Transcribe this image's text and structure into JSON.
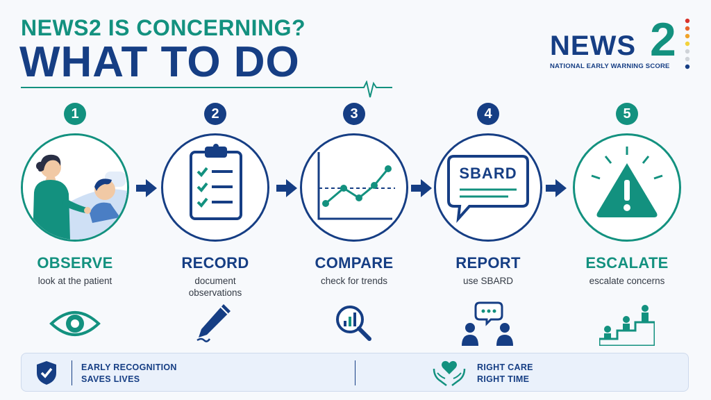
{
  "header": {
    "subtitle": "NEWS2 IS CONCERNING?",
    "title": "WHAT TO DO"
  },
  "logo": {
    "word": "NEWS",
    "number": "2",
    "tagline": "NATIONAL EARLY WARNING SCORE",
    "dot_colors": [
      "#d9322b",
      "#e8632a",
      "#f0a32a",
      "#f3d23b",
      "#cfd3d8",
      "#cfd3d8",
      "#163e84"
    ]
  },
  "steps": [
    {
      "number": "1",
      "title": "OBSERVE",
      "description": "look at the patient",
      "bottom_icon": "eye-icon"
    },
    {
      "number": "2",
      "title": "RECORD",
      "description": "document observations",
      "bottom_icon": "pen-icon"
    },
    {
      "number": "3",
      "title": "COMPARE",
      "description": "check for trends",
      "bottom_icon": "magnifier-chart-icon"
    },
    {
      "number": "4",
      "title": "REPORT",
      "description": "use SBARD",
      "bottom_icon": "team-chat-icon"
    },
    {
      "number": "5",
      "title": "ESCALATE",
      "description": "escalate concerns",
      "bottom_icon": "escalation-stairs-icon"
    }
  ],
  "report_card": {
    "label": "SBARD"
  },
  "footer": {
    "left_line1": "EARLY RECOGNITION",
    "left_line2": "SAVES LIVES",
    "right_line1": "RIGHT CARE",
    "right_line2": "RIGHT TIME"
  },
  "colors": {
    "teal": "#13917f",
    "navy": "#163e84",
    "background": "#f7f9fc"
  }
}
